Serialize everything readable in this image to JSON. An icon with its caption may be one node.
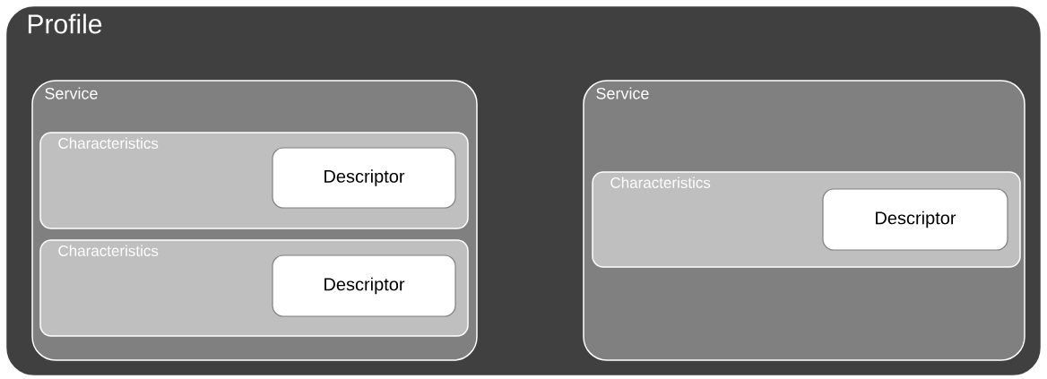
{
  "diagram": {
    "nodes": [
      {
        "text": [
          "Profile"
        ]
      },
      {
        "text": [
          "Service"
        ],
        "in": 0
      },
      {
        "text": [
          "Characteristics"
        ],
        "in": 1
      },
      {
        "text": [
          "Descriptor"
        ],
        "in": 2
      },
      {
        "text": [
          "Characteristics"
        ],
        "in": 1
      },
      {
        "text": [
          "Descriptor"
        ],
        "in": 4
      },
      {
        "text": [
          "Service"
        ],
        "in": 0
      },
      {
        "text": [
          "Characteristics"
        ],
        "in": 6
      },
      {
        "text": [
          "Descriptor"
        ],
        "in": 7
      }
    ]
  }
}
